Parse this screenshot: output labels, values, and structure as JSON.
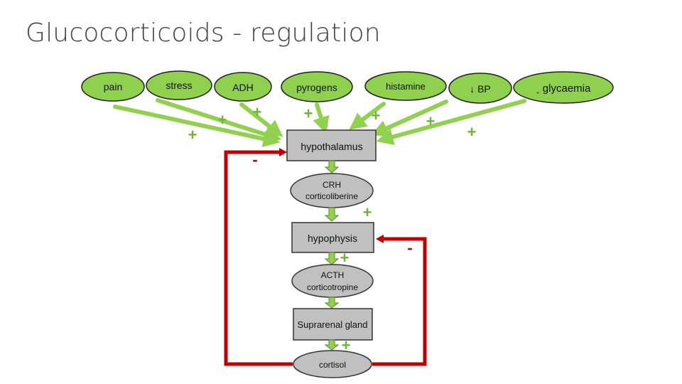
{
  "title": "Glucocorticoids - regulation",
  "stimuli": {
    "pain": "pain",
    "stress": "stress",
    "adh": "ADH",
    "pyrogens": "pyrogens",
    "histamine": "histamine",
    "low_bp": "↓ BP",
    "glycaemia": "˯ glycaemia"
  },
  "axis": {
    "hypothalamus": "hypothalamus",
    "crh_line1": "CRH",
    "crh_line2": "corticoliberine",
    "hypophysis": "hypophysis",
    "acth_line1": "ACTH",
    "acth_line2": "corticotropine",
    "suprarenal": "Suprarenal gland",
    "cortisol": "cortisol"
  },
  "signs": {
    "plus": "+",
    "minus": "-"
  },
  "colors": {
    "node_fill": "#8fd14f",
    "node_stroke": "#1f1f1f",
    "arrow_green": "#92d050",
    "arrow_green_dark": "#5a8a2a",
    "axis_fill": "#c0c0c0",
    "axis_stroke": "#333333",
    "feedback_red": "#c00000",
    "title_gray": "#404040"
  }
}
